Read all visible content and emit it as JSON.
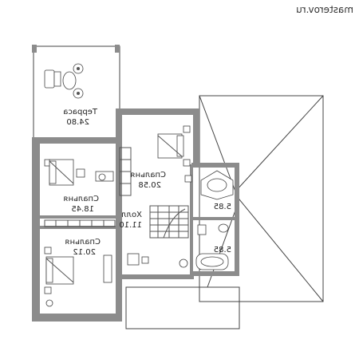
{
  "watermark": "masterov.ru",
  "rooms": {
    "terrace": {
      "name": "Терраса",
      "area": "24.80"
    },
    "bedroom1": {
      "name": "Спальня",
      "area": "20.58"
    },
    "bedroom2": {
      "name": "Спальня",
      "area": "18.45"
    },
    "hall": {
      "name": "Холл",
      "area": "11.10"
    },
    "bedroom3": {
      "name": "Спальня",
      "area": "20.12"
    },
    "bath1": {
      "area": "5.85"
    },
    "bath2": {
      "area": "5.85"
    }
  }
}
